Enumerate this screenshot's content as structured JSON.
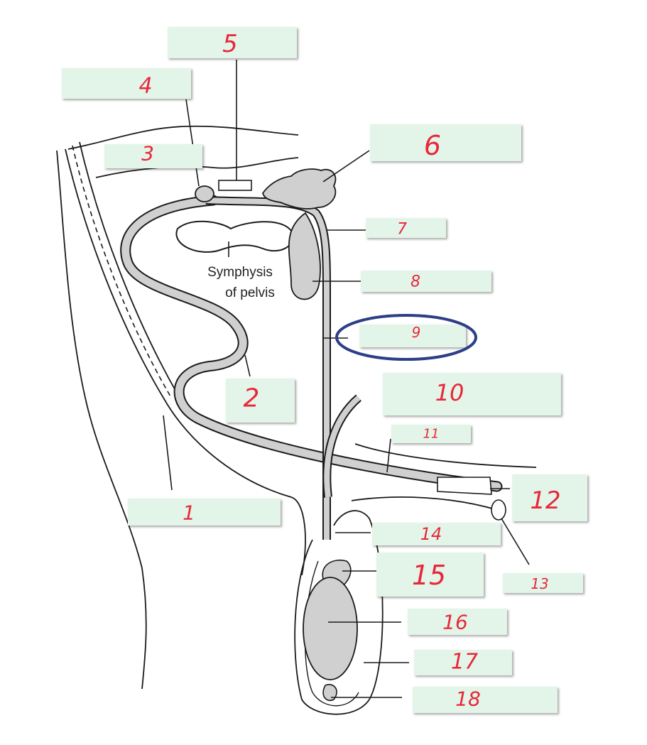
{
  "labels": [
    "1",
    "2",
    "3",
    "4",
    "5",
    "6",
    "7",
    "8",
    "9",
    "10",
    "11",
    "12",
    "13",
    "14",
    "15",
    "16",
    "17",
    "18"
  ],
  "structure_label": {
    "line1": "Symphysis",
    "line2": "of pelvis"
  },
  "colors": {
    "label_box": "#e3f5e9",
    "label_number": "#e8283a",
    "highlight_ring": "#2c3f86",
    "organ_fill": "#d0d0d0",
    "outline": "#1a1a1a"
  },
  "highlighted_label": "9"
}
